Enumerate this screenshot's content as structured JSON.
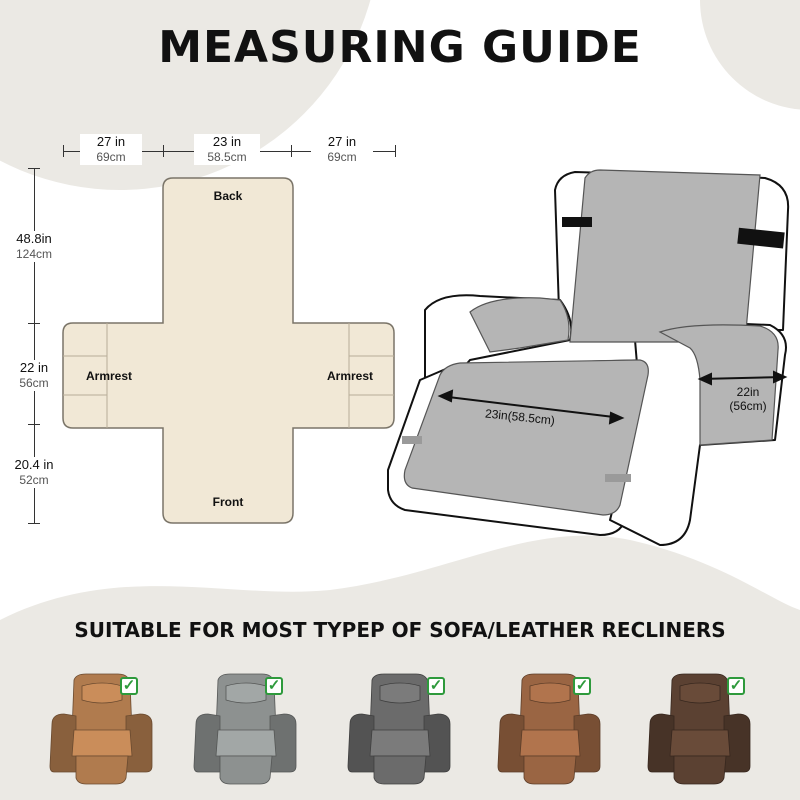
{
  "header": {
    "title": "MEASURING GUIDE"
  },
  "dimensions": {
    "top": [
      {
        "in": "27 in",
        "cm": "69cm"
      },
      {
        "in": "23 in",
        "cm": "58.5cm"
      },
      {
        "in": "27 in",
        "cm": "69cm"
      }
    ],
    "left": [
      {
        "in": "48.8in",
        "cm": "124cm"
      },
      {
        "in": "22 in",
        "cm": "56cm"
      },
      {
        "in": "20.4 in",
        "cm": "52cm"
      }
    ]
  },
  "pattern": {
    "back": "Back",
    "front": "Front",
    "armrest_left": "Armrest",
    "armrest_right": "Armrest",
    "fabric_color": "#f1e8d6",
    "border_color": "#7a7468"
  },
  "recliner": {
    "seat_label": "23in(58.5cm)",
    "arm_label_in": "22in",
    "arm_label_cm": "(56cm)",
    "cover_color": "#b5b5b5"
  },
  "suitability": {
    "title": "SUITABLE FOR MOST TYPEP OF SOFA/LEATHER RECLINERS",
    "items": [
      {
        "name": "caramel-leather-recliner",
        "color": "#b07b4e"
      },
      {
        "name": "grey-fabric-recliner",
        "color": "#8d9190"
      },
      {
        "name": "charcoal-wingback-recliner",
        "color": "#6b6b6b"
      },
      {
        "name": "brown-fabric-recliner",
        "color": "#9a6543"
      },
      {
        "name": "chocolate-fabric-recliner",
        "color": "#5b4132"
      }
    ],
    "check_color": "#2e9a3c"
  },
  "background": {
    "blob_color": "#ebe9e4"
  }
}
